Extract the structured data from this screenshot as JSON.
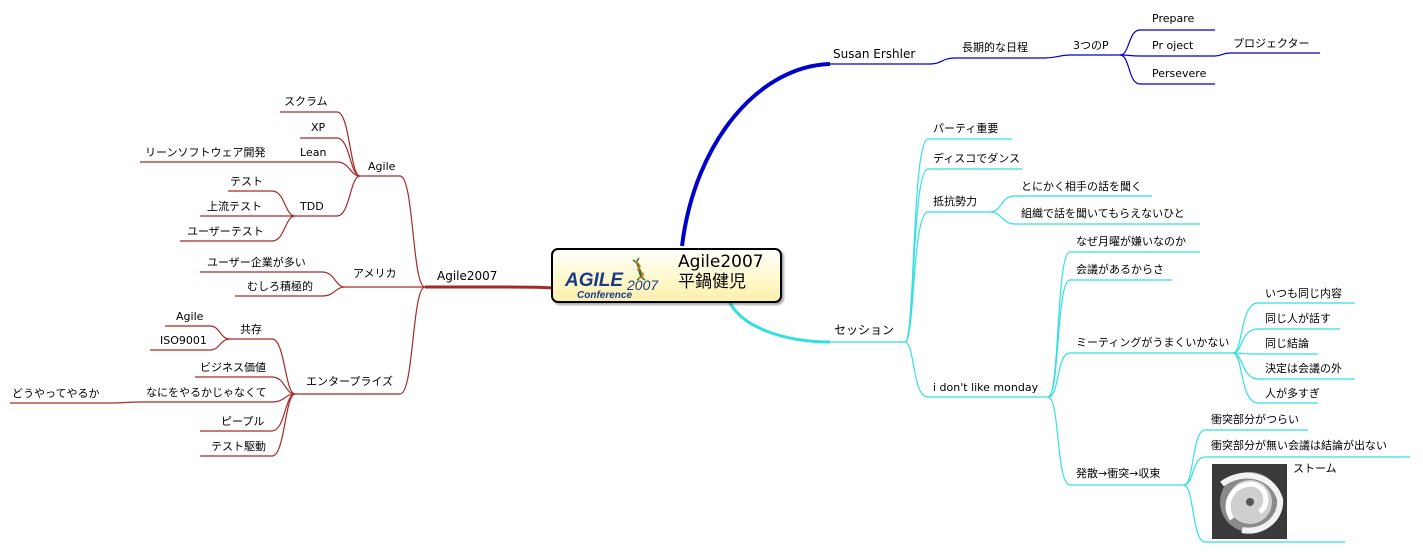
{
  "center": {
    "logo_text": "AGILE",
    "logo_year": "2007",
    "logo_sub": "Conference",
    "title_line1": "Agile2007",
    "title_line2": "平鍋健児"
  },
  "branches": {
    "susan": {
      "label": "Susan Ershler",
      "schedule": "長期的な日程",
      "three_p": "3つのP",
      "prepare": "Prepare",
      "project": "Pr oject",
      "projector": "プロジェクター",
      "persevere": "Persevere"
    },
    "session": {
      "label": "セッション",
      "party": "パーティ重要",
      "disco": "ディスコでダンス",
      "resist": "抵抗勢力",
      "listen": "とにかく相手の話を聞く",
      "org": "組織で話を聞いてもらえないひと",
      "idlm": "i don't like monday",
      "why_monday": "なぜ月曜が嫌いなのか",
      "meeting": "会議があるからさ",
      "meeting_bad": "ミーティングがうまくいかない",
      "same_content": "いつも同じ内容",
      "same_person": "同じ人が話す",
      "same_conclusion": "同じ結論",
      "decided_outside": "決定は会議の外",
      "too_many": "人が多すぎ",
      "diverge": "発散→衝突→収束",
      "conflict_hard": "衝突部分がつらい",
      "no_conflict": "衝突部分が無い会議は結論が出ない",
      "storm": "ストーム"
    },
    "agile2007": {
      "label": "Agile2007",
      "agile": "Agile",
      "scrum": "スクラム",
      "xp": "XP",
      "lean": "Lean",
      "lean_dev": "リーンソフトウェア開発",
      "tdd": "TDD",
      "test": "テスト",
      "upstream_test": "上流テスト",
      "user_test": "ユーザーテスト",
      "america": "アメリカ",
      "user_companies": "ユーザー企業が多い",
      "proactive": "むしろ積極的",
      "enterprise": "エンタープライズ",
      "coexist": "共存",
      "coexist_agile": "Agile",
      "iso": "ISO9001",
      "biz_value": "ビジネス価値",
      "not_what": "なにをやるかじゃなくて",
      "how": "どうやってやるか",
      "people": "ピープル",
      "test_driven": "テスト駆動"
    }
  },
  "colors": {
    "susan": "#0000cc",
    "session": "#33e0e0",
    "agile2007": "#a52a2a"
  }
}
